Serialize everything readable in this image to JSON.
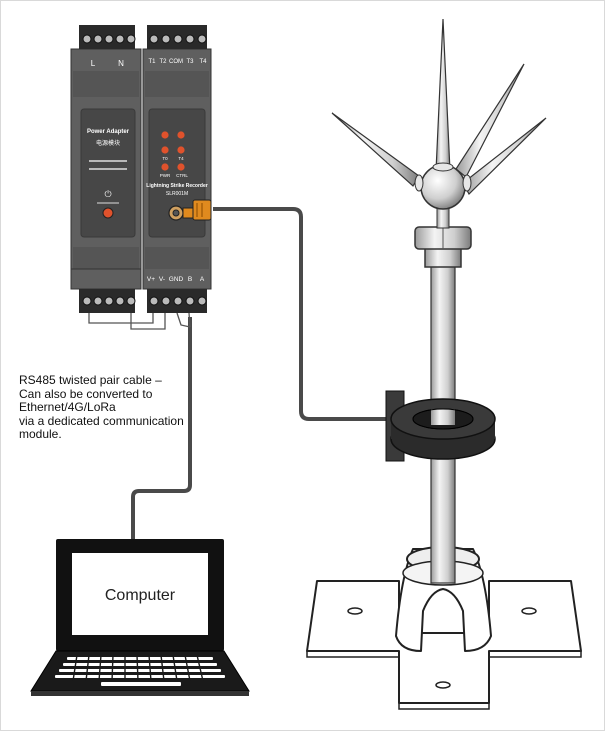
{
  "power_adapter": {
    "top_terminal_labels": [
      "L",
      "N"
    ],
    "bottom_terminal_labels": [
      "+",
      "−"
    ],
    "label_line1": "Power Adapter",
    "label_line2": "电源模块"
  },
  "recorder": {
    "top_terminal_labels": [
      "T1",
      "T2",
      "COM",
      "T3",
      "T4"
    ],
    "bottom_terminal_labels": [
      "V+",
      "V-",
      "GND",
      "B",
      "A"
    ],
    "led_labels": [
      "T0",
      "T4",
      "PWR",
      "CTRL"
    ],
    "name_line1": "Lightning Strike Recorder",
    "name_line2": "SLR001M"
  },
  "caption": [
    "RS485 twisted pair cable –",
    "Can also be converted to",
    "Ethernet/4G/LoRa",
    "via a dedicated communication",
    " module."
  ],
  "computer": {
    "screen_label": "Computer"
  },
  "colors": {
    "module_body": "#5f5f5f",
    "module_dark": "#474747",
    "terminal": "#2a2a2a",
    "led": "#e0522c",
    "connector": "#e08a1e",
    "cable": "#4a4a4a"
  }
}
